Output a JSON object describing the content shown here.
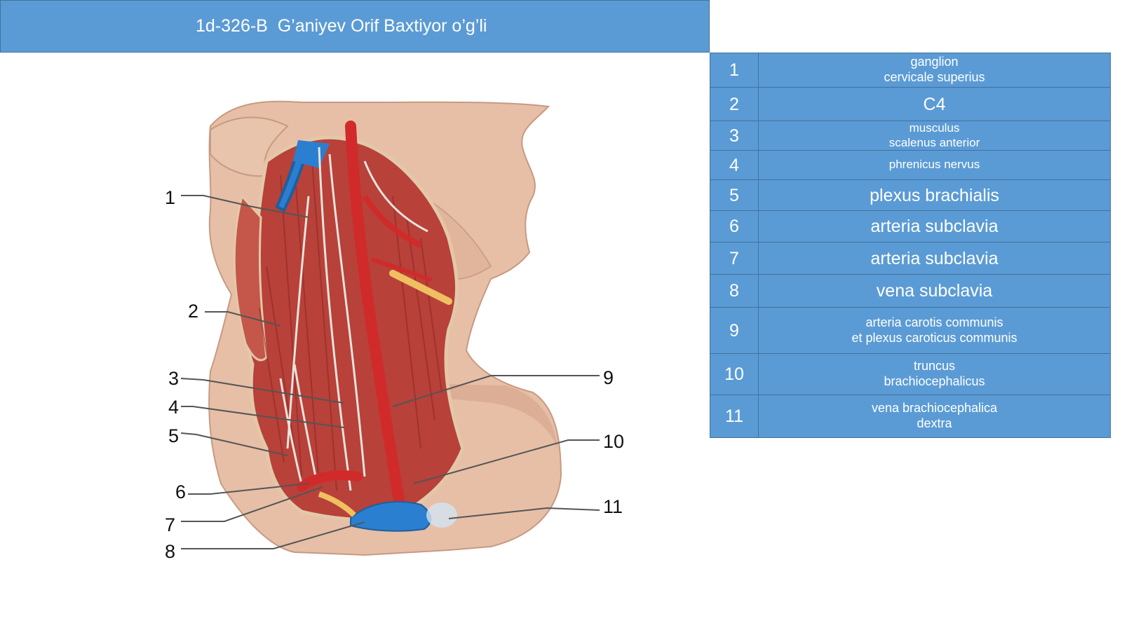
{
  "title": "1d-326-B  G’aniyev Orif Baxtiyor o’g’li",
  "legend": [
    {
      "num": "1",
      "line1": "ganglion",
      "line2": "cervicale superius"
    },
    {
      "num": "2",
      "line1": "C4",
      "line2": ""
    },
    {
      "num": "3",
      "line1": "musculus",
      "line2": "scalenus anterior"
    },
    {
      "num": "4",
      "line1": "phrenicus nervus",
      "line2": ""
    },
    {
      "num": "5",
      "line1": "plexus brachialis",
      "line2": ""
    },
    {
      "num": "6",
      "line1": "arteria subclavia",
      "line2": ""
    },
    {
      "num": "7",
      "line1": "arteria subclavia",
      "line2": ""
    },
    {
      "num": "8",
      "line1": "vena subclavia",
      "line2": ""
    },
    {
      "num": "9",
      "line1": "arteria carotis communis",
      "line2": "et plexus caroticus communis"
    },
    {
      "num": "10",
      "line1": "truncus",
      "line2": "brachiocephalicus"
    },
    {
      "num": "11",
      "line1": "vena brachiocephalica",
      "line2": "dextra"
    }
  ],
  "callouts": [
    "1",
    "2",
    "3",
    "4",
    "5",
    "6",
    "7",
    "8",
    "9",
    "10",
    "11"
  ],
  "colors": {
    "header": "#5b9bd5",
    "header_border": "#41719c",
    "muscle": "#c0483b",
    "vein": "#2b7fd0",
    "skin": "#e6bfa6"
  }
}
